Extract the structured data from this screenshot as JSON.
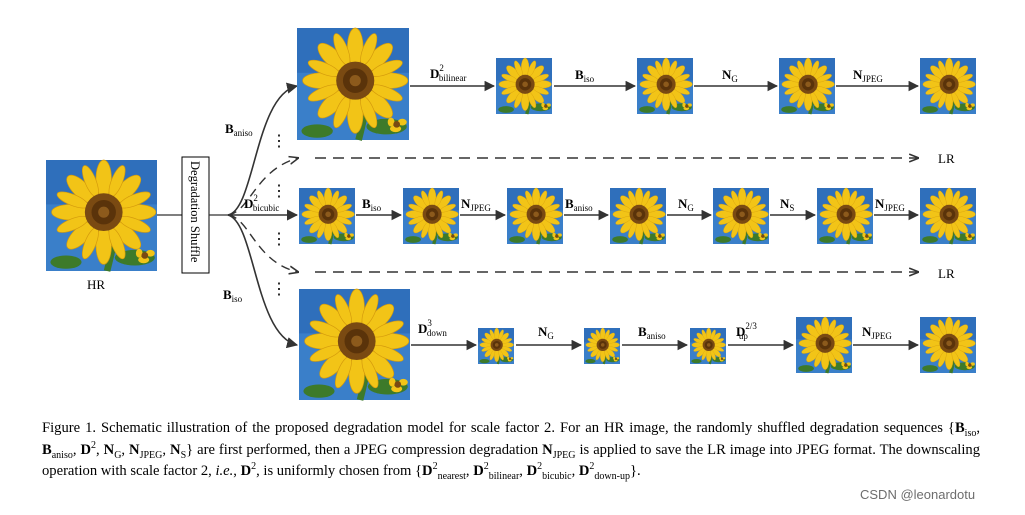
{
  "labels": {
    "hr": "HR",
    "shuffle": "Degradation Shuffle",
    "lr": "LR",
    "b_aniso": "aniso",
    "b_iso": "iso",
    "d2_bilinear": "bilinear",
    "d2_bicubic": "bicubic",
    "d3_down": "down",
    "d_up": "up",
    "d_up_exp": "2/3",
    "n_g": "G",
    "n_s": "S",
    "n_jpeg": "JPEG",
    "exp2": "2",
    "exp3": "3",
    "letter_b": "B",
    "letter_d": "D",
    "letter_n": "N",
    "dots": "⋮"
  },
  "caption": {
    "p1": "Figure 1. Schematic illustration of the proposed degradation model for scale factor 2. For an HR image, the randomly shuffled degradation sequences ",
    "set_open": "{",
    "set_close": "}",
    "comma": ", ",
    "iso": "iso",
    "aniso": "aniso",
    "exp2": "2",
    "g": "G",
    "jpeg": "JPEG",
    "s": "S",
    "p2": " are first performed, then a JPEG compression degradation ",
    "p3": " is applied to save the LR image into JPEG format. The downscaling operation with scale factor 2, ",
    "ie": "i.e.",
    "p4": ", ",
    "p5": ", is uniformly chosen from ",
    "nearest": "nearest",
    "bilinear": "bilinear",
    "bicubic": "bicubic",
    "downup": "down-up",
    "end": "."
  },
  "watermark": "CSDN @leonardotu",
  "colors": {
    "sky": "#3a7fc9",
    "petal": "#f2c417",
    "center": "#7a4a12",
    "leaf": "#3d7a2a",
    "arrow": "#333333"
  }
}
